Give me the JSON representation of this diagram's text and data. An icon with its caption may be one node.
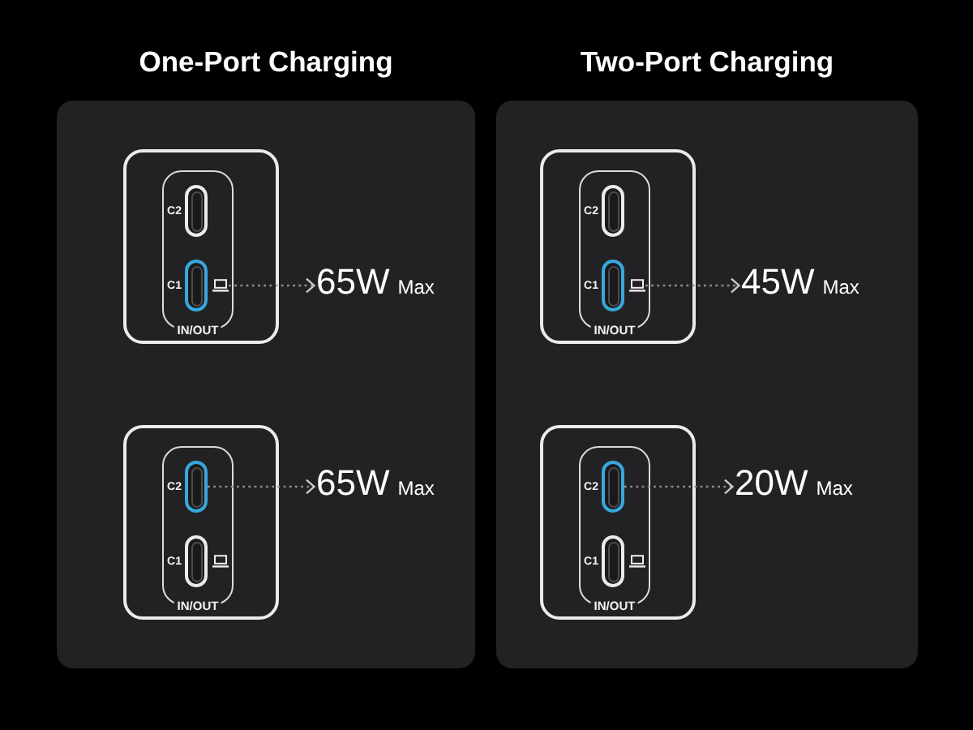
{
  "diagram": {
    "nodes": [
      {
        "text": [
          "One-Port Charging"
        ]
      },
      {
        "text": [],
        "shape": "box",
        "in": 0
      },
      {
        "text": [
          "IN/OUT"
        ],
        "in": 1
      },
      {
        "text": [],
        "shape": "pill",
        "in": 2,
        "beside": [
          "C2"
        ]
      },
      {
        "text": [],
        "shape": "pill",
        "in": 2,
        "beside": [
          "C1"
        ]
      },
      {
        "text": [
          "65W",
          "Max"
        ],
        "in": 0
      },
      {
        "text": [],
        "shape": "box",
        "in": 0
      },
      {
        "text": [
          "IN/OUT"
        ],
        "in": 6
      },
      {
        "text": [],
        "shape": "pill",
        "in": 7,
        "beside": [
          "C2"
        ]
      },
      {
        "text": [],
        "shape": "pill",
        "in": 7,
        "beside": [
          "C1"
        ]
      },
      {
        "text": [
          "65W",
          "Max"
        ],
        "in": 0
      },
      {
        "text": [
          "Two-Port Charging"
        ]
      },
      {
        "text": [],
        "shape": "box",
        "in": 11
      },
      {
        "text": [
          "IN/OUT"
        ],
        "in": 12
      },
      {
        "text": [],
        "shape": "pill",
        "in": 13,
        "beside": [
          "C2"
        ]
      },
      {
        "text": [],
        "shape": "pill",
        "in": 13,
        "beside": [
          "C1"
        ]
      },
      {
        "text": [
          "45W",
          "Max"
        ],
        "in": 11
      },
      {
        "text": [],
        "shape": "box",
        "in": 11
      },
      {
        "text": [
          "IN/OUT"
        ],
        "in": 17
      },
      {
        "text": [],
        "shape": "pill",
        "in": 18,
        "beside": [
          "C2"
        ]
      },
      {
        "text": [],
        "shape": "pill",
        "in": 18,
        "beside": [
          "C1"
        ]
      },
      {
        "text": [
          "20W",
          "Max"
        ],
        "in": 11
      }
    ],
    "edges": [
      {
        "from": 4,
        "to": 5,
        "arrow": "to",
        "style": "dashed"
      },
      {
        "from": 8,
        "to": 10,
        "arrow": "to",
        "style": "dashed"
      },
      {
        "from": 15,
        "to": 16,
        "arrow": "to",
        "style": "dashed"
      },
      {
        "from": 19,
        "to": 21,
        "arrow": "to",
        "style": "dashed"
      }
    ]
  }
}
